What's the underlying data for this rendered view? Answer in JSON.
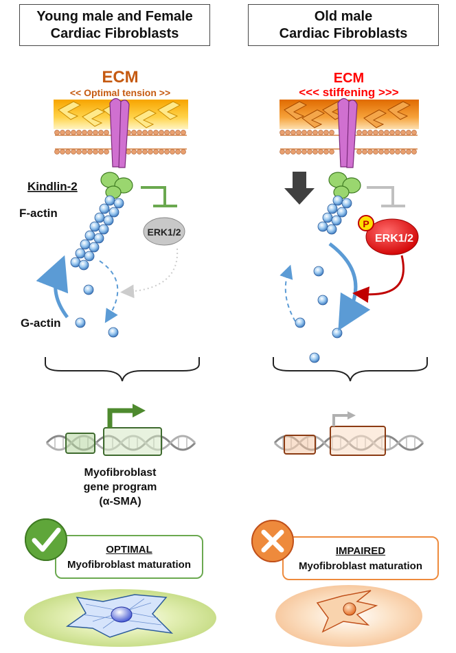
{
  "panels": {
    "left": {
      "header_line1": "Young male and Female",
      "header_line2": "Cardiac Fibroblasts",
      "ecm": "ECM",
      "tension": "<<  Optimal tension >>",
      "kindlin": "Kindlin-2",
      "factin": "F-actin",
      "gactin": "G-actin",
      "erk": "ERK1/2",
      "gene_line1": "Myofibroblast",
      "gene_line2": "gene program",
      "gene_line3": "(α-SMA)",
      "outcome_status": "OPTIMAL",
      "outcome_text": "Myofibroblast maturation"
    },
    "right": {
      "header_line1": "Old male",
      "header_line2": "Cardiac Fibroblasts",
      "ecm": "ECM",
      "tension": "<<< stiffening >>>",
      "erk": "ERK1/2",
      "phospho": "P",
      "outcome_status": "IMPAIRED",
      "outcome_text": "Myofibroblast maturation"
    }
  },
  "colors": {
    "ecm_left": "#f2b705",
    "ecm_right": "#e8891c",
    "ecm_label_left": "#c55a11",
    "ecm_label_right": "#ff0000",
    "kindlin": "#8fd16b",
    "integrin": "#cc66cc",
    "actin": "#4f8fd6",
    "green_accent": "#4e8a2e",
    "orange_accent": "#e87a2c",
    "erk_inactive": "#bfbfbf",
    "erk_active": "#e00000"
  }
}
